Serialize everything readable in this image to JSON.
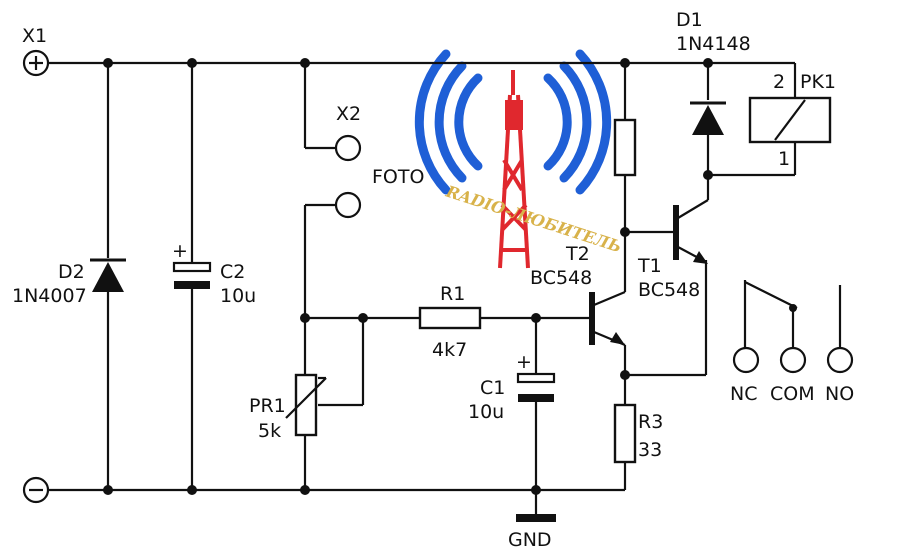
{
  "terminals": {
    "x1": "X1",
    "plus": "⊕",
    "minus": "⊖",
    "x2": "X2",
    "foto": "FOTO",
    "gnd": "GND",
    "nc": "NC",
    "com": "COM",
    "no": "NO"
  },
  "components": {
    "d1": {
      "ref": "D1",
      "value": "1N4148"
    },
    "d2": {
      "ref": "D2",
      "value": "1N4007"
    },
    "c2": {
      "ref": "C2",
      "value": "10u"
    },
    "c1": {
      "ref": "C1",
      "value": "10u"
    },
    "r1": {
      "ref": "R1",
      "value": "4k7"
    },
    "r3": {
      "ref": "R3",
      "value": "33"
    },
    "pr1": {
      "ref": "PR1",
      "value": "5k"
    },
    "t1": {
      "ref": "T1",
      "value": "BC548"
    },
    "t2": {
      "ref": "T2",
      "value": "BC548"
    },
    "pk1": {
      "ref": "PK1",
      "pin2": "2",
      "pin1": "1"
    },
    "c1_plus": "+",
    "c2_plus": "+"
  },
  "watermark": {
    "text": "RADIO-ЛЮБИТЕЛЬ"
  },
  "colors": {
    "line": "#111111",
    "logo_blue": "#1f5fd6",
    "logo_red": "#e0282e",
    "logo_text": "#d8b24a"
  }
}
